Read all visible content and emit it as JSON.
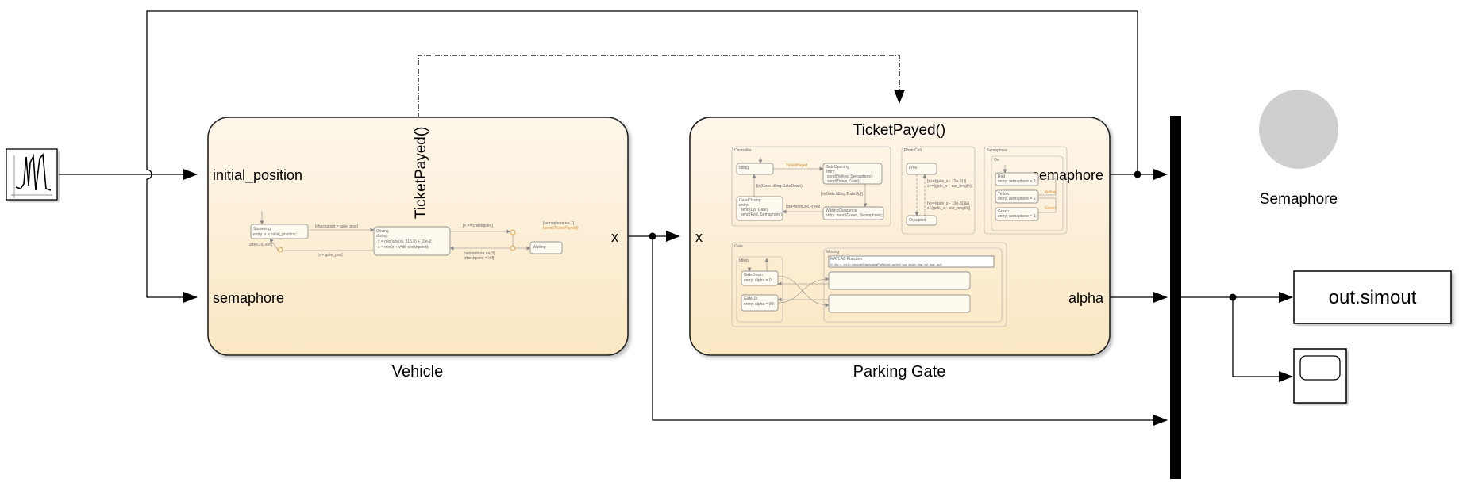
{
  "blocks": {
    "vehicle": {
      "label": "Vehicle",
      "inputs": [
        "initial_position",
        "semaphore"
      ],
      "output": "x",
      "event_out": "TicketPayed()",
      "states": {
        "spawning": "Spawning",
        "spawning_entry": "entry: x = initial_position;",
        "driving": "Driving",
        "driving_during": "during:",
        "driving_l1": "x = min(abs(x), 315.0) + 10e-2;",
        "driving_l2": "x = min(x + v*dt, checkpoint);",
        "waiting": "Waiting"
      },
      "transitions": {
        "t1": "[checkpoint = gate_pos;]",
        "t2": "[x == checkpoint]",
        "t3": "[semaphore == 1]",
        "t4": "{send(TicketPayed)}",
        "t5": "after(10, sec)",
        "t6": "[x = gate_pos]",
        "t7": "[semaphore == 3]",
        "t8": "{checkpoint = Inf}"
      }
    },
    "parking_gate": {
      "label": "Parking Gate",
      "event_in": "TicketPayed()",
      "input": "x",
      "outputs": [
        "semaphore",
        "alpha"
      ],
      "controller": {
        "title": "Controller",
        "idle": "Idling",
        "gate_opening": "GateOpening",
        "gate_opening_entry": "entry:",
        "gate_opening_l1": "send(Yellow, Semaphore);",
        "gate_opening_l2": "send(Down, Gate);",
        "gate_closing": "GateClosing",
        "gate_closing_entry": "entry:",
        "gate_closing_l1": "send(Up, Gate);",
        "gate_closing_l2": "send(Red, Semaphore);",
        "waiting_clearance": "WaitingClearance",
        "waiting_clearance_entry": "entry: send(Green, Semaphore);",
        "t_ticket": "TicketPayed",
        "t_closing": "[in(Gate.Idling.GateDown)]",
        "t_opening": "[in(Gate.Idling.GateUp)]",
        "t_cell": "[in(PhotoCell.Free)]"
      },
      "photocell": {
        "title": "PhotoCell",
        "free": "Free",
        "occupied": "Occupied",
        "t1": "[x>=(gate_x - 10e-3) ||",
        "t2": "x>=(gate_x + car_length)]",
        "t3": "[x>=(gate_x - 10e-3) &&",
        "t4": "x<(gate_x + car_length)]"
      },
      "semaphore": {
        "title": "Semaphore",
        "on": "On",
        "red": "Red",
        "red_entry": "entry: semaphore = 3;",
        "yellow": "Yellow",
        "yellow_entry": "entry: semaphore = 2;",
        "green": "Green",
        "green_entry": "entry: semaphore = 1;",
        "t_yellow": "Yellow",
        "t_green": "Green"
      },
      "gate": {
        "title": "Gate",
        "idling": "Idling",
        "gate_down": "GateDown",
        "gate_down_entry": "entry: alpha = 0;",
        "gate_up": "GateUp",
        "gate_up_entry": "entry: alpha = 90;",
        "moving": "Moving",
        "matlab_fn_title": "MATLAB Function",
        "matlab_fn_body": "[x_vec, v_vec] = computeTrapezoidalProfile(obj_current, pos_target, max_vel, max_acc)"
      }
    },
    "semaphore_lamp": {
      "label": "Semaphore",
      "color": "#cfcfcf"
    },
    "to_workspace": {
      "label": "out.simout"
    },
    "mux": {
      "color": "#000000"
    }
  },
  "colors": {
    "chart_top": "#fdf6ea",
    "chart_bottom": "#fbe7c2",
    "accent_orange": "#d89030"
  }
}
